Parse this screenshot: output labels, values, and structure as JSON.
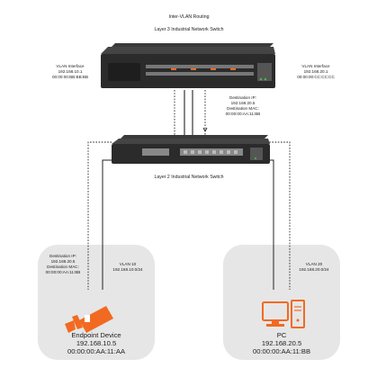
{
  "l3": {
    "title": "Inter-VLAN Routing",
    "subtitle": "Layer 3 Industrial Network Switch",
    "left_iface": {
      "label": "VLAN Interface",
      "ip": "192.168.10.1",
      "mac": "00:00:00:BB:BB:BB"
    },
    "right_iface": {
      "label": "VLAN Interface",
      "ip": "192.168.20.1",
      "mac": "00:00:00:CC:CC:CC"
    }
  },
  "dest_center": {
    "ip_label": "Destination IP:",
    "ip": "192.168.20.5",
    "mac_label": "Destination MAC:",
    "mac": "00:00:00:AA:11:BB"
  },
  "l2": {
    "subtitle": "Layer 2 Industrial Network Switch"
  },
  "dest_left": {
    "ip_label": "Destination IP:",
    "ip": "192.168.20.5",
    "mac_label": "Destination MAC:",
    "mac": "00:00:00:AA:11:BB"
  },
  "vlan10": {
    "label": "VLAN 10",
    "subnet": "192.168.10.0/24"
  },
  "vlan20": {
    "label": "VLAN 20",
    "subnet": "192.168.20.0/24"
  },
  "endpoint": {
    "name": "Endpoint Device",
    "ip": "192.168.10.5",
    "mac": "00:00:00:AA:11:AA"
  },
  "pc": {
    "name": "PC",
    "ip": "192.168.20.5",
    "mac": "00:00:00:AA:11:BB"
  },
  "colors": {
    "accent": "#f26a21",
    "zone": "#e6e6e6",
    "switch": "#2b2b2b"
  }
}
